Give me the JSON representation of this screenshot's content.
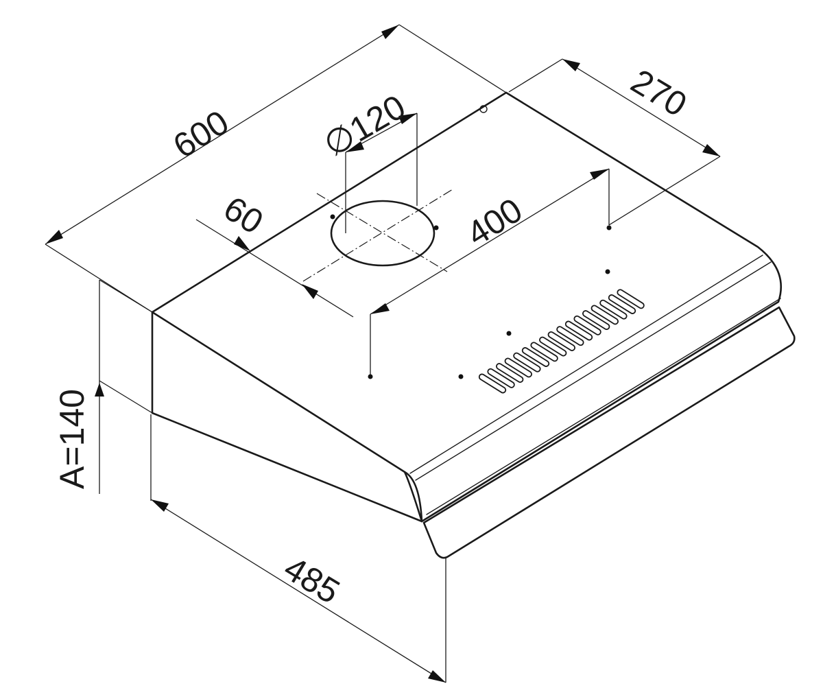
{
  "dimensions": {
    "width": "600",
    "depth": "485",
    "height": "A=140",
    "outlet_diameter": "∅120",
    "outlet_offset": "60",
    "mount_spacing": "400",
    "rear_offset": "270"
  },
  "colors": {
    "line": "#1a1a1a",
    "background": "#ffffff"
  }
}
